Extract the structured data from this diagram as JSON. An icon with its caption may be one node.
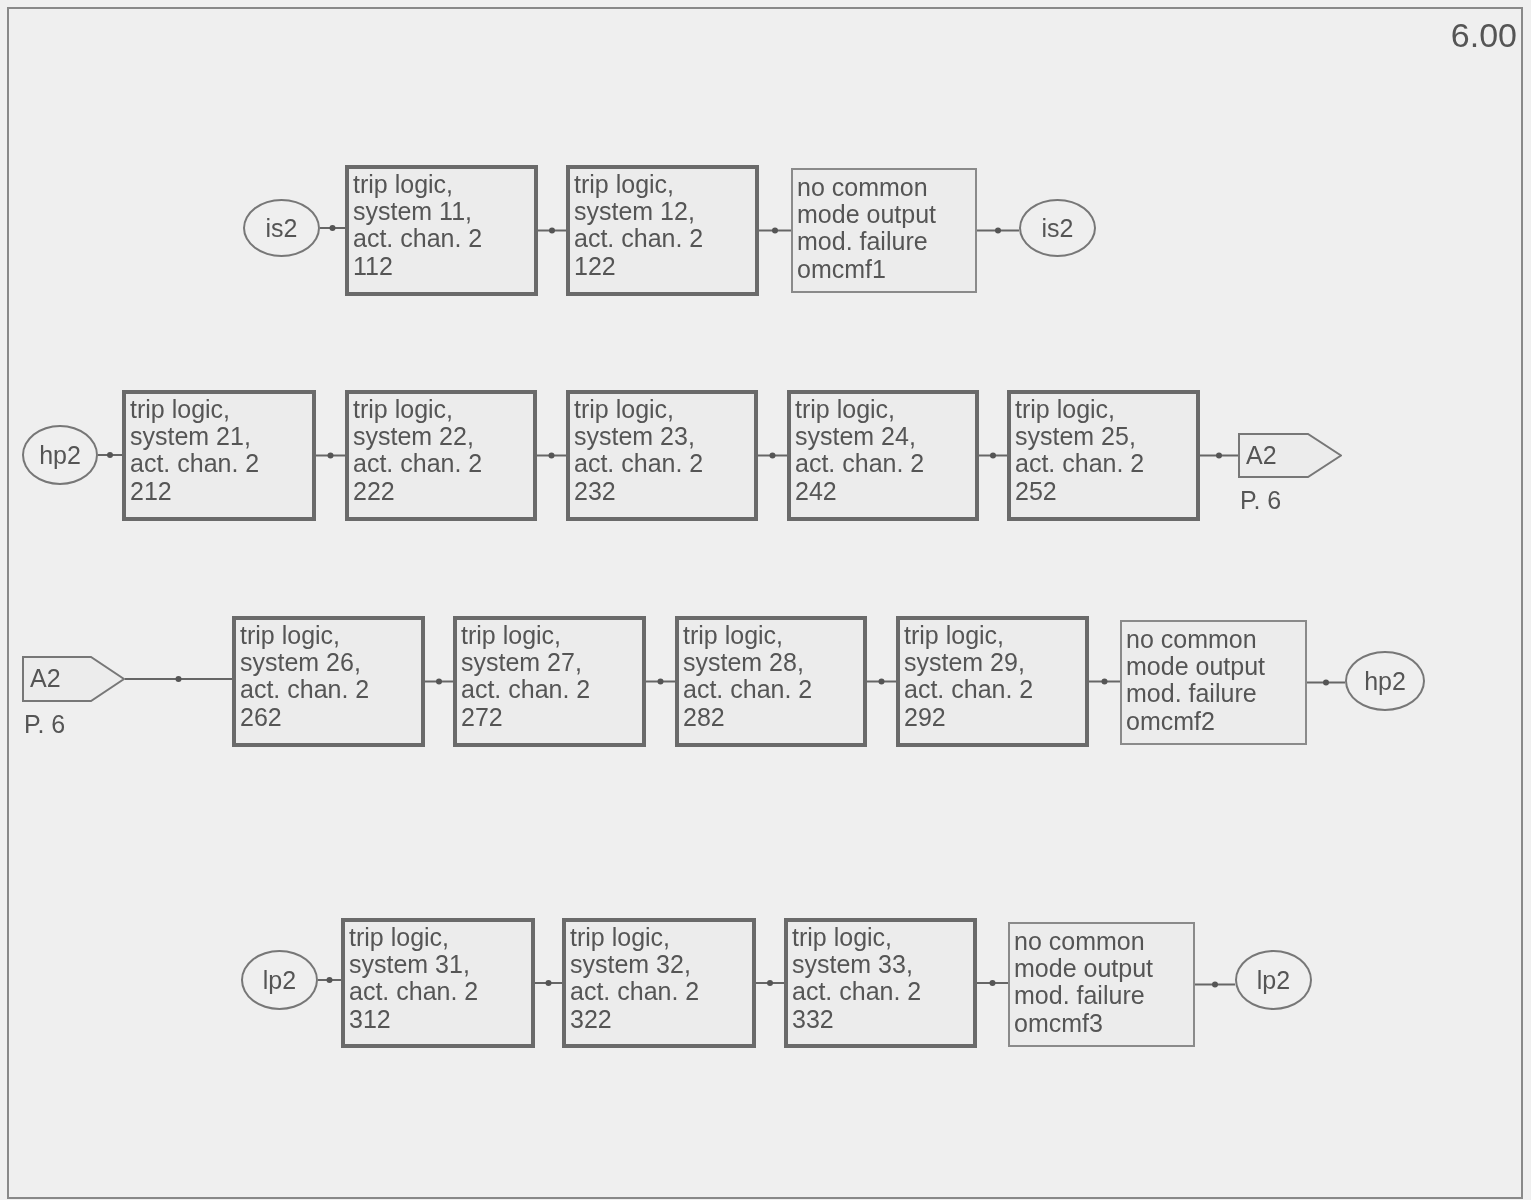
{
  "diagram": {
    "nodes": [
      {
        "text": [
          "is2"
        ]
      },
      {
        "text": [
          "trip logic, system 11, act. chan. 2",
          "112"
        ]
      },
      {
        "text": [
          "trip logic, system 12, act. chan. 2",
          "122"
        ]
      },
      {
        "text": [
          "no common mode output mod. failure",
          "omcmf1"
        ]
      },
      {
        "text": [
          "is2"
        ]
      },
      {
        "text": [
          "hp2"
        ]
      },
      {
        "text": [
          "trip logic, system 21, act. chan. 2",
          "212"
        ]
      },
      {
        "text": [
          "trip logic, system 22, act. chan. 2",
          "222"
        ]
      },
      {
        "text": [
          "trip logic, system 23, act. chan. 2",
          "232"
        ]
      },
      {
        "text": [
          "trip logic, system 24, act. chan. 2",
          "242"
        ]
      },
      {
        "text": [
          "trip logic, system 25, act. chan. 2",
          "252"
        ]
      },
      {
        "text": [
          "A2"
        ],
        "beside": [
          "P. 6"
        ]
      },
      {
        "text": [
          "A2"
        ],
        "beside": [
          "P. 6"
        ]
      },
      {
        "text": [
          "trip logic, system 26, act. chan. 2",
          "262"
        ]
      },
      {
        "text": [
          "trip logic, system 27, act. chan. 2",
          "272"
        ]
      },
      {
        "text": [
          "trip logic, system 28, act. chan. 2",
          "282"
        ]
      },
      {
        "text": [
          "trip logic, system 29, act. chan. 2",
          "292"
        ]
      },
      {
        "text": [
          "no common mode output mod. failure",
          "omcmf2"
        ]
      },
      {
        "text": [
          "hp2"
        ]
      },
      {
        "text": [
          "lp2"
        ]
      },
      {
        "text": [
          "trip logic, system 31, act. chan. 2",
          "312"
        ]
      },
      {
        "text": [
          "trip logic, system 32, act. chan. 2",
          "322"
        ]
      },
      {
        "text": [
          "trip logic, system 33, act. chan. 2",
          "332"
        ]
      },
      {
        "text": [
          "no common mode output mod. failure",
          "omcmf3"
        ]
      },
      {
        "text": [
          "lp2"
        ]
      }
    ],
    "edges": [
      {
        "from": 0,
        "to": 1,
        "arrow": "none"
      },
      {
        "from": 1,
        "to": 2,
        "arrow": "none"
      },
      {
        "from": 2,
        "to": 3,
        "arrow": "none"
      },
      {
        "from": 3,
        "to": 4,
        "arrow": "none"
      },
      {
        "from": 5,
        "to": 6,
        "arrow": "none"
      },
      {
        "from": 6,
        "to": 7,
        "arrow": "none"
      },
      {
        "from": 7,
        "to": 8,
        "arrow": "none"
      },
      {
        "from": 8,
        "to": 9,
        "arrow": "none"
      },
      {
        "from": 9,
        "to": 10,
        "arrow": "none"
      },
      {
        "from": 10,
        "to": 11,
        "arrow": "none"
      },
      {
        "from": 12,
        "to": 13,
        "arrow": "none"
      },
      {
        "from": 13,
        "to": 14,
        "arrow": "none"
      },
      {
        "from": 14,
        "to": 15,
        "arrow": "none"
      },
      {
        "from": 15,
        "to": 16,
        "arrow": "none"
      },
      {
        "from": 16,
        "to": 17,
        "arrow": "none"
      },
      {
        "from": 17,
        "to": 18,
        "arrow": "none"
      },
      {
        "from": 19,
        "to": 20,
        "arrow": "none"
      },
      {
        "from": 20,
        "to": 21,
        "arrow": "none"
      },
      {
        "from": 21,
        "to": 22,
        "arrow": "none"
      },
      {
        "from": 22,
        "to": 23,
        "arrow": "none"
      },
      {
        "from": 23,
        "to": 24,
        "arrow": "none"
      }
    ],
    "labels": [
      "6.00"
    ]
  }
}
